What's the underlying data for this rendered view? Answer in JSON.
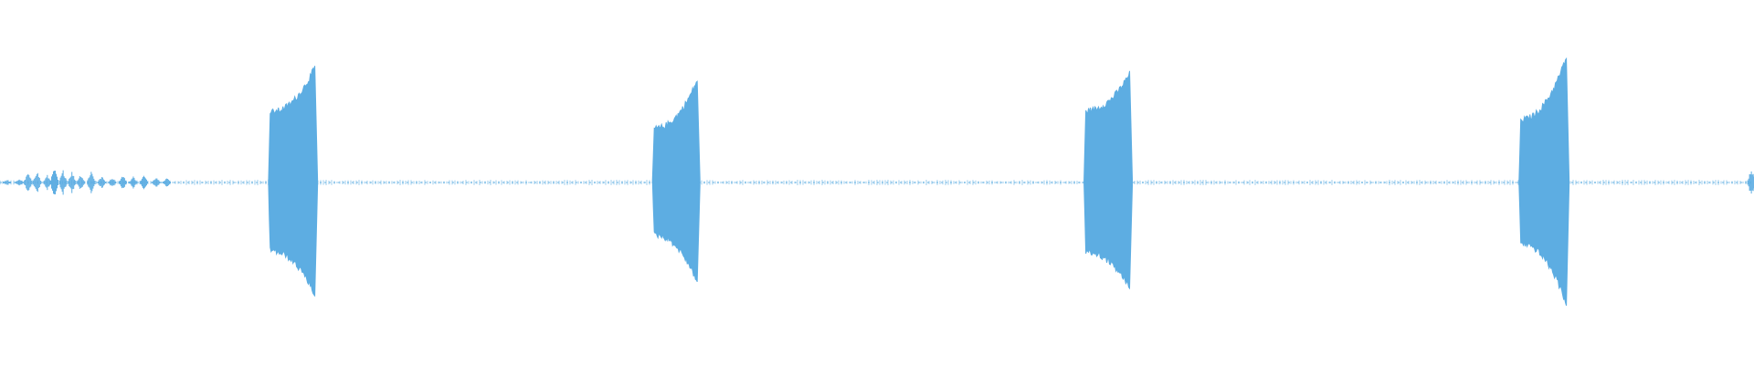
{
  "waveform": {
    "color": "#5dade2",
    "background": "#ffffff",
    "description_note": "",
    "bursts": [
      {
        "start": 0.153,
        "end": 0.1515,
        "peak_start": 0.55,
        "peak_end": 0.9
      },
      {
        "start": 0.372,
        "end": 0.3975,
        "peak_start": 0.42,
        "peak_end": 0.8
      },
      {
        "start": 0.618,
        "end": 0.644,
        "peak_start": 0.56,
        "peak_end": 0.85
      },
      {
        "start": 0.866,
        "end": 0.893,
        "peak_start": 0.49,
        "peak_end": 0.98
      }
    ],
    "intro_blips": [
      {
        "pos": 0.004,
        "amp": 0.02
      },
      {
        "pos": 0.011,
        "amp": 0.03
      },
      {
        "pos": 0.016,
        "amp": 0.08
      },
      {
        "pos": 0.021,
        "amp": 0.1
      },
      {
        "pos": 0.027,
        "amp": 0.06
      },
      {
        "pos": 0.031,
        "amp": 0.12
      },
      {
        "pos": 0.036,
        "amp": 0.1
      },
      {
        "pos": 0.041,
        "amp": 0.09
      },
      {
        "pos": 0.046,
        "amp": 0.07
      },
      {
        "pos": 0.052,
        "amp": 0.1
      },
      {
        "pos": 0.058,
        "amp": 0.05
      },
      {
        "pos": 0.064,
        "amp": 0.04
      },
      {
        "pos": 0.07,
        "amp": 0.06
      },
      {
        "pos": 0.076,
        "amp": 0.05
      },
      {
        "pos": 0.082,
        "amp": 0.06
      },
      {
        "pos": 0.089,
        "amp": 0.05
      },
      {
        "pos": 0.095,
        "amp": 0.04
      }
    ],
    "end_blip": {
      "pos": 0.9985,
      "amp": 0.12
    }
  }
}
